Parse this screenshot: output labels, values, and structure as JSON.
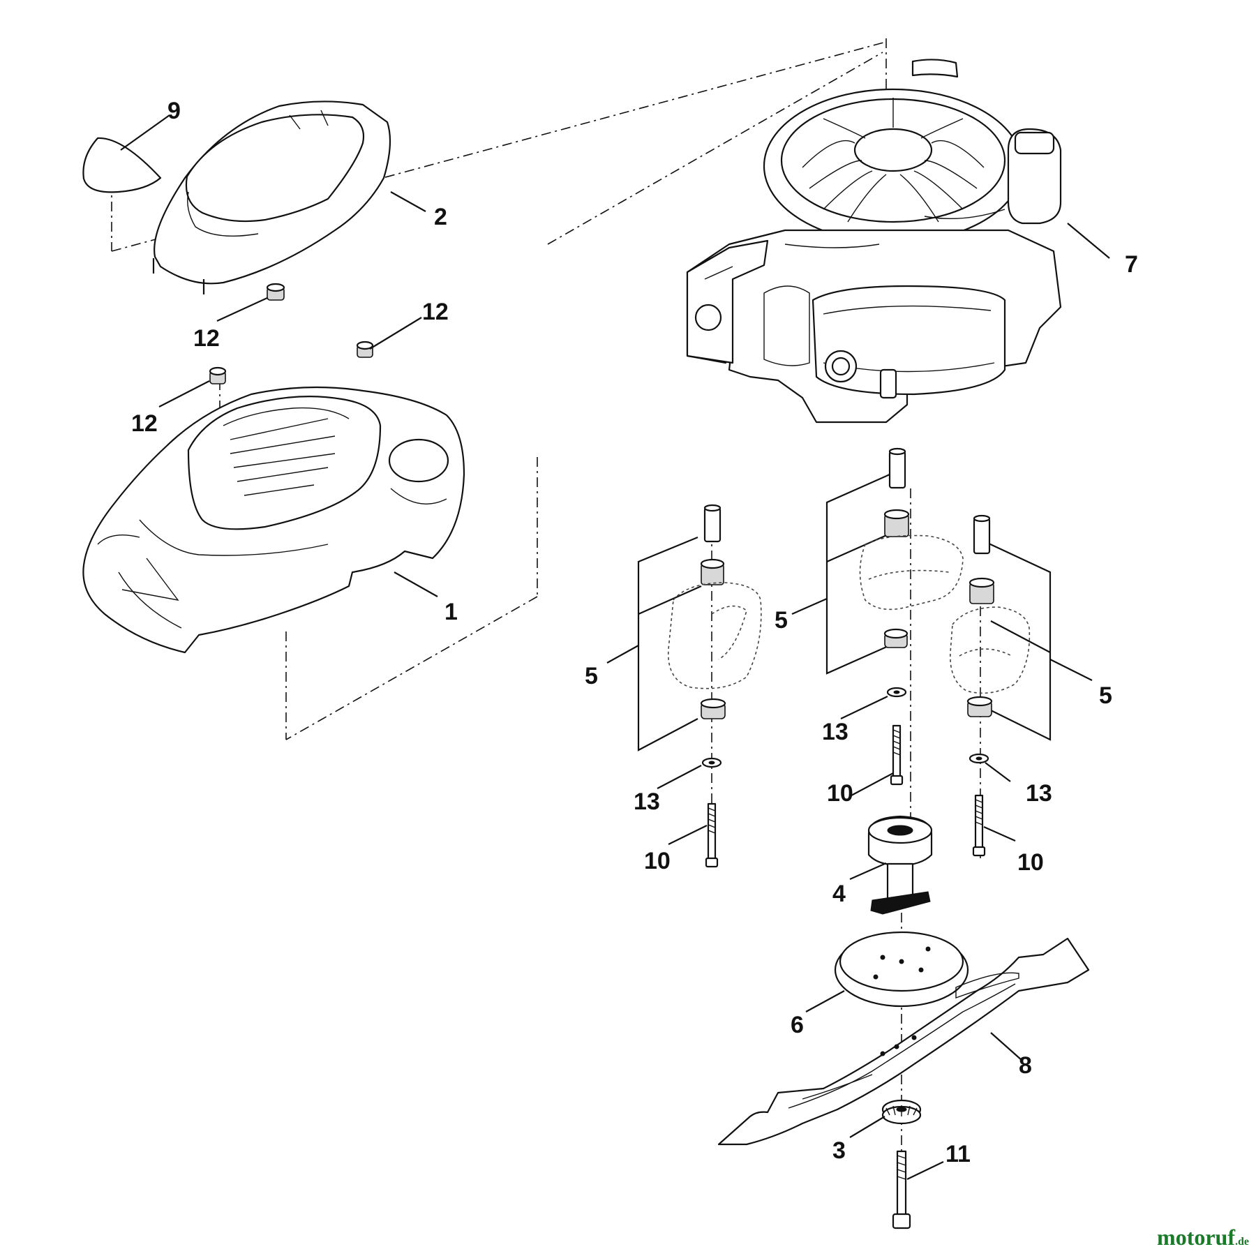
{
  "callouts": {
    "c1": "1",
    "c2": "2",
    "c3": "3",
    "c4": "4",
    "c5a": "5",
    "c5b": "5",
    "c5c": "5",
    "c6": "6",
    "c7": "7",
    "c8": "8",
    "c9": "9",
    "c10a": "10",
    "c10b": "10",
    "c10c": "10",
    "c11": "11",
    "c12a": "12",
    "c12b": "12",
    "c12c": "12",
    "c13a": "13",
    "c13b": "13",
    "c13c": "13"
  },
  "brand": {
    "name": "motoruf",
    "tld": ".de",
    "color": "#1a7a2a"
  }
}
